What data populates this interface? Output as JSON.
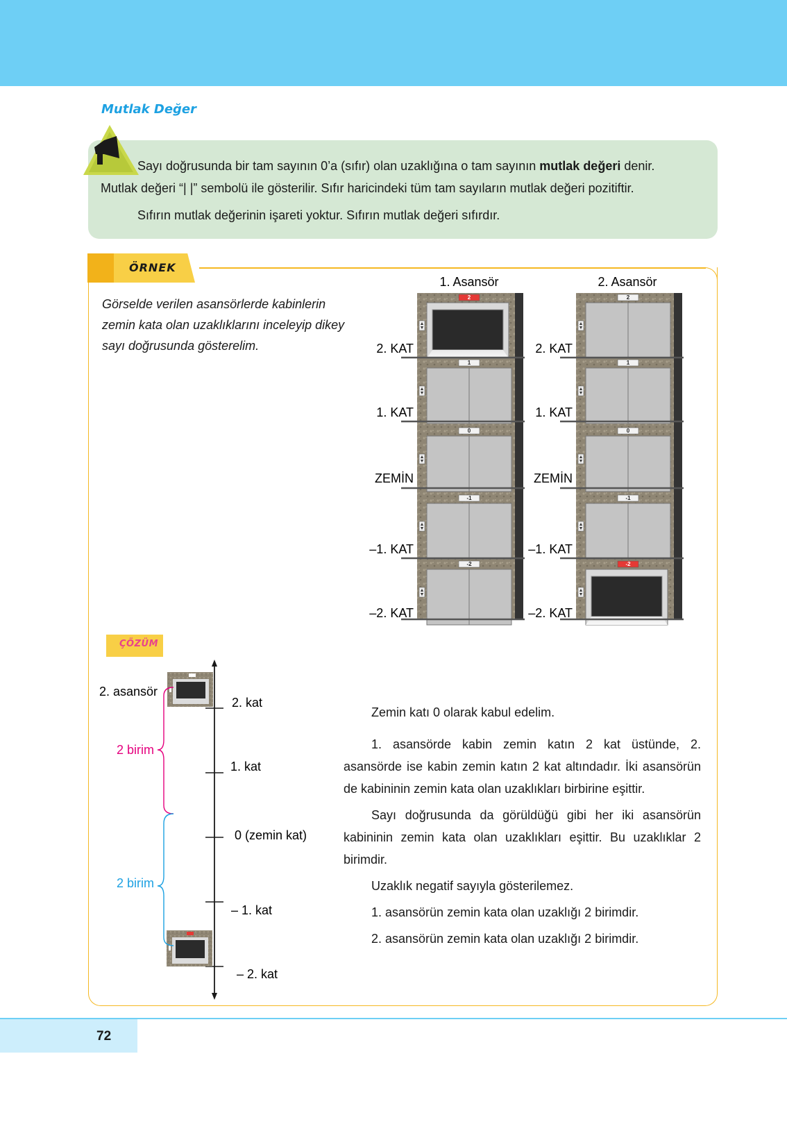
{
  "section_title": "Mutlak Değer",
  "info": {
    "line1_before": "Sayı doğrusunda bir tam sayının 0’a (sıfır) olan uzaklığına o tam sayının ",
    "line1_bold": "mutlak değeri",
    "line1_after": " denir.",
    "line2": "Mutlak değeri “| |” sembolü ile gösterilir. Sıfır haricindeki tüm tam sayıların mutlak değeri pozitiftir.",
    "line3": "Sıfırın mutlak değerinin işareti yoktur. Sıfırın mutlak değeri sıfırdır."
  },
  "example_tag": "ÖRNEK",
  "solution_tag": "ÇÖZÜM",
  "example_text": [
    "Görselde verilen asansörlerde kabinlerin",
    "zemin kata olan uzaklıklarını inceleyip dikey",
    "sayı doğrusunda gösterelim."
  ],
  "elevators": {
    "titles": [
      "1. Asansör",
      "2. Asansör"
    ],
    "floor_labels": [
      "2. KAT",
      "1. KAT",
      "ZEMİN",
      "–1. KAT",
      "–2. KAT"
    ],
    "cabin_numbers": [
      "2",
      "1",
      "0",
      "-1",
      "-2"
    ],
    "cabin_floor": [
      2,
      -2
    ]
  },
  "number_line": {
    "labels": [
      "2. kat",
      "1. kat",
      "0 (zemin kat)",
      "– 1. kat",
      "– 2. kat"
    ],
    "top_elevator_label": "2. asansör",
    "brace_top_label": "2 birim",
    "brace_bottom_label": "2 birim",
    "brace_top_color": "#e5007e",
    "brace_bottom_color": "#1da1e2"
  },
  "solution": [
    "Zemin katı 0 olarak kabul edelim.",
    "1. asansörde kabin zemin katın 2 kat üstünde, 2. asansörde ise kabin zemin katın 2 kat altındadır. İki asansörün de kabininin zemin kata olan uzaklıkları birbirine eşittir.",
    "Sayı doğrusunda da görüldüğü gibi her iki asansörün kabininin zemin kata olan uzaklıkları eşittir. Bu uzaklıklar 2 birimdir.",
    "Uzaklık negatif sayıyla gösterilemez.",
    "1. asansörün zemin kata olan uzaklığı 2 birimdir.",
    "2. asansörün zemin kata olan uzaklığı 2 birimdir."
  ],
  "page_number": "72",
  "colors": {
    "header_band": "#6ecff5",
    "info_box": "#d5e8d4",
    "tag_yellow": "#f8cf46",
    "frame_orange": "#f5b822",
    "title_blue": "#1da1e2"
  }
}
